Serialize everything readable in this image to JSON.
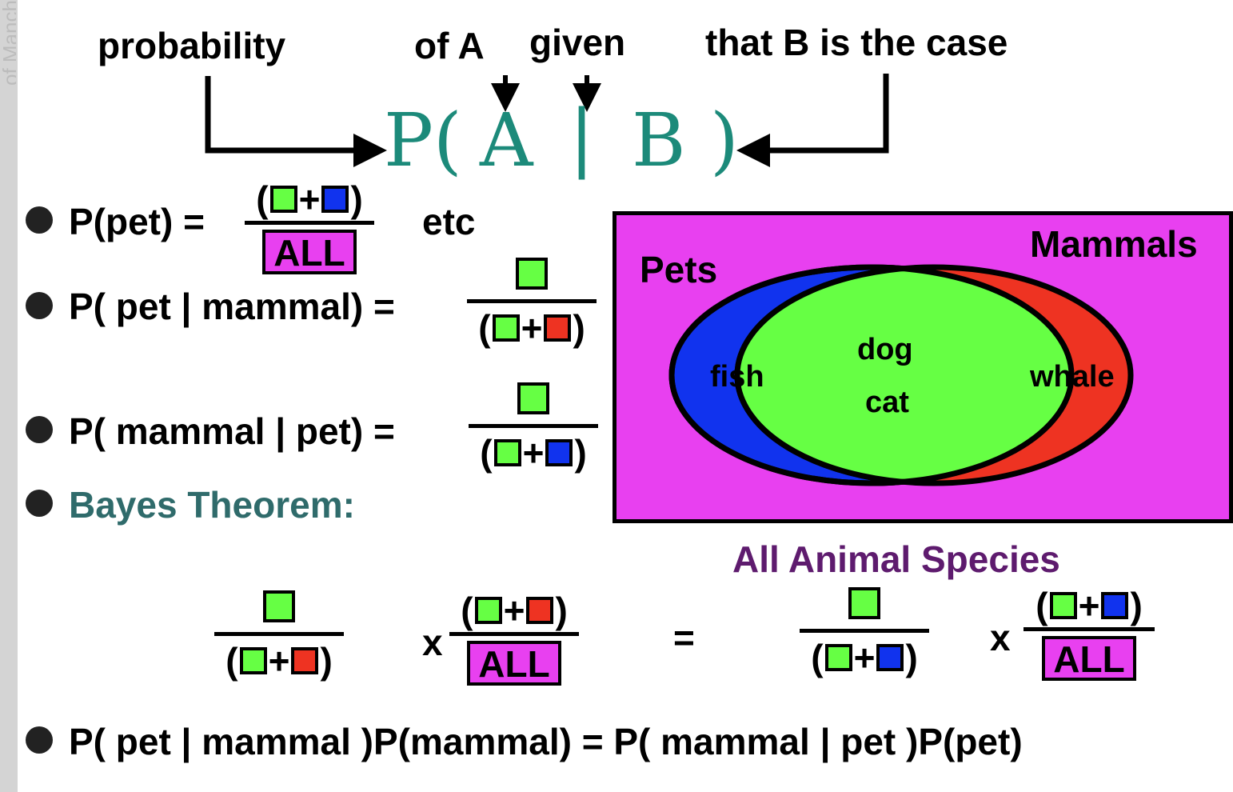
{
  "sidebar": {
    "text": "of Manch"
  },
  "header": {
    "labels": [
      "probability",
      "of A",
      "given",
      "that B is the case"
    ],
    "formula": {
      "p": "P(",
      "a": "A",
      "sep": "|",
      "b": "B",
      "close": ")"
    }
  },
  "bullets": [
    {
      "text": "P(pet) =",
      "suffix": "etc"
    },
    {
      "text": "P( pet | mammal) ="
    },
    {
      "text": "P( mammal | pet) ="
    },
    {
      "text": "Bayes Theorem:"
    },
    {
      "text": "P( pet | mammal )P(mammal) = P( mammal | pet )P(pet)"
    }
  ],
  "symbols": {
    "all": "ALL",
    "plus": "+",
    "lparen": "(",
    "rparen": ")",
    "times": "x",
    "equals": "="
  },
  "venn": {
    "sets": [
      "Pets",
      "Mammals"
    ],
    "members": {
      "pets_only": "fish",
      "both_1": "dog",
      "both_2": "cat",
      "mammals_only": "whale"
    },
    "universe_label": "All Animal Species",
    "colors": {
      "universe": "#e840f0",
      "pets": "#1133ee",
      "mammals": "#ee3322",
      "both": "#66ff44"
    }
  }
}
